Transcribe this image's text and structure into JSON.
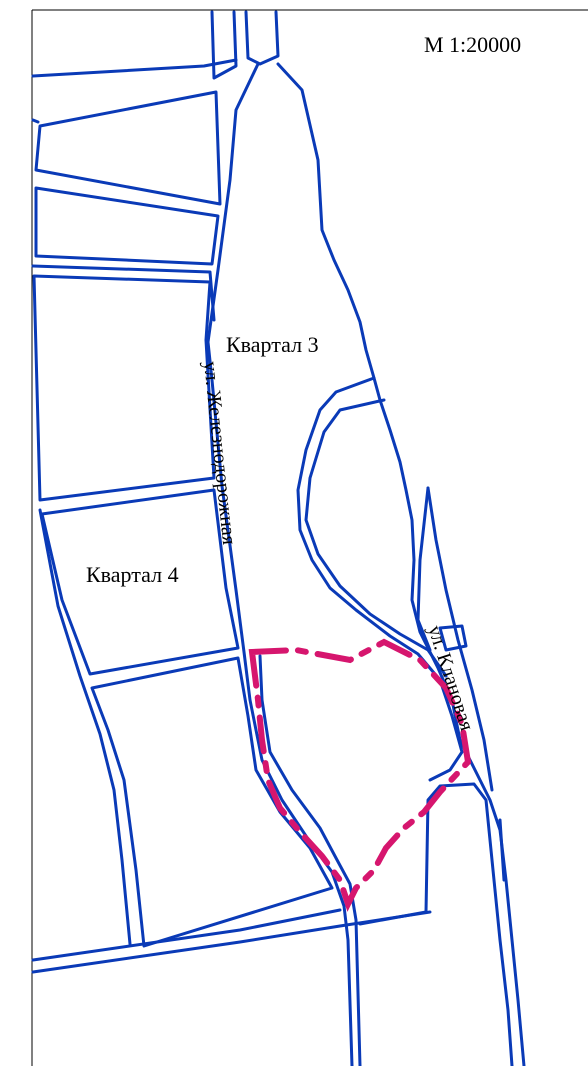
{
  "scale_label": "М 1:20000",
  "blocks": [
    {
      "label": "Квартал 3"
    },
    {
      "label": "Квартал 4"
    }
  ],
  "streets": [
    {
      "label": "ул. Железнодорожная"
    },
    {
      "label": "ул. Клановая"
    }
  ],
  "colors": {
    "street": "#0a3ab7",
    "boundary": "#d6166e",
    "frame": "#000000",
    "background": "#ffffff"
  }
}
